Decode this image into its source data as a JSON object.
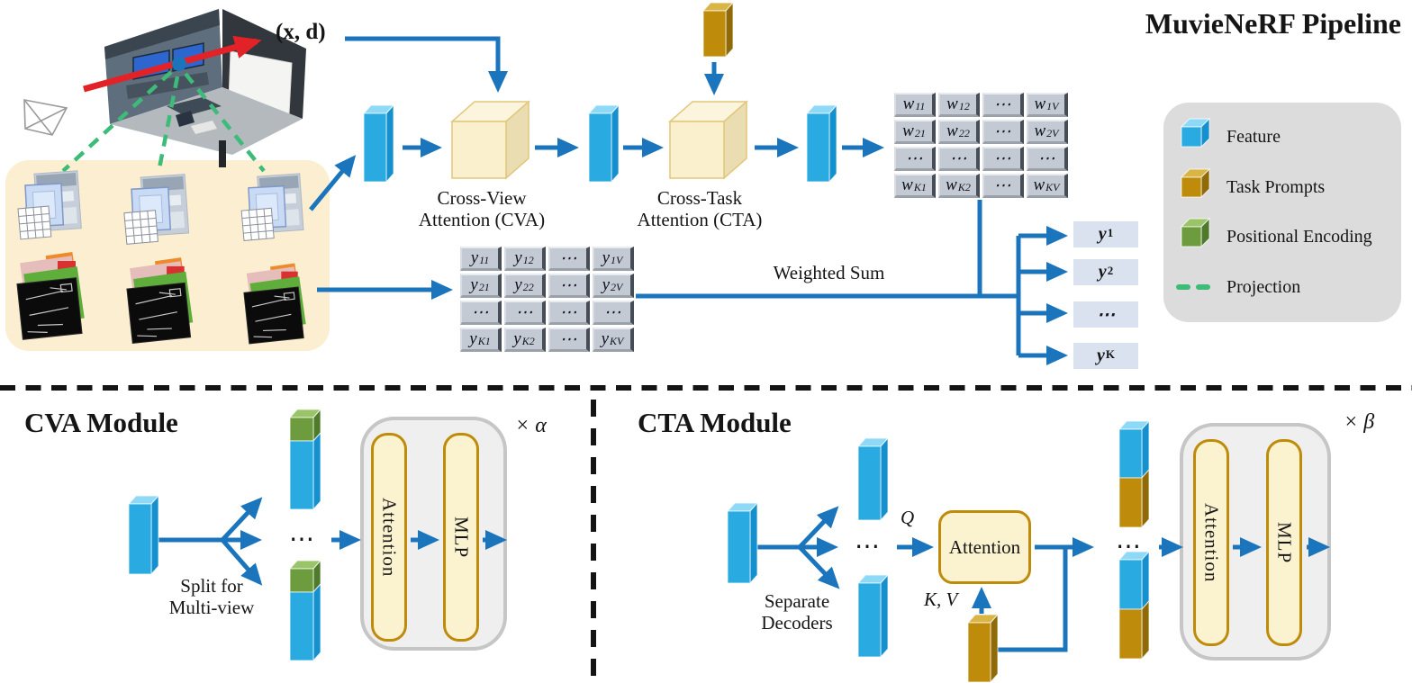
{
  "title": "MuvieNeRF Pipeline",
  "pipeline": {
    "ray_label": "(x, d)",
    "cva_cube_label": [
      "Cross-View",
      "Attention (CVA)"
    ],
    "cta_cube_label": [
      "Cross-Task",
      "Attention (CTA)"
    ],
    "weighted_sum_label": "Weighted Sum",
    "w_matrix_rows": [
      [
        {
          "v": "w",
          "s": "11"
        },
        {
          "v": "w",
          "s": "12"
        },
        {
          "v": "⋯"
        },
        {
          "v": "w",
          "s": "1V"
        }
      ],
      [
        {
          "v": "w",
          "s": "21"
        },
        {
          "v": "w",
          "s": "22"
        },
        {
          "v": "⋯"
        },
        {
          "v": "w",
          "s": "2V"
        }
      ],
      [
        {
          "v": "⋯"
        },
        {
          "v": "⋯"
        },
        {
          "v": "⋯"
        },
        {
          "v": "⋯"
        }
      ],
      [
        {
          "v": "w",
          "s": "K1"
        },
        {
          "v": "w",
          "s": "K2"
        },
        {
          "v": "⋯"
        },
        {
          "v": "w",
          "s": "KV"
        }
      ]
    ],
    "y_matrix_rows": [
      [
        {
          "v": "y",
          "s": "11"
        },
        {
          "v": "y",
          "s": "12"
        },
        {
          "v": "⋯"
        },
        {
          "v": "y",
          "s": "1V"
        }
      ],
      [
        {
          "v": "y",
          "s": "21"
        },
        {
          "v": "y",
          "s": "22"
        },
        {
          "v": "⋯"
        },
        {
          "v": "y",
          "s": "2V"
        }
      ],
      [
        {
          "v": "⋯"
        },
        {
          "v": "⋯"
        },
        {
          "v": "⋯"
        },
        {
          "v": "⋯"
        }
      ],
      [
        {
          "v": "y",
          "s": "K1"
        },
        {
          "v": "y",
          "s": "K2"
        },
        {
          "v": "⋯"
        },
        {
          "v": "y",
          "s": "KV"
        }
      ]
    ],
    "outputs": [
      {
        "v": "y",
        "sup": "1"
      },
      {
        "v": "y",
        "sup": "2"
      },
      {
        "v": "⋯"
      },
      {
        "v": "y",
        "sup": "K"
      }
    ]
  },
  "legend": {
    "items": [
      {
        "icon": "feature-cube-icon",
        "label": "Feature"
      },
      {
        "icon": "task-prompts-cube-icon",
        "label": "Task Prompts"
      },
      {
        "icon": "positional-encoding-cube-icon",
        "label": "Positional Encoding"
      },
      {
        "icon": "projection-dash-icon",
        "label": "Projection"
      }
    ]
  },
  "cva_module": {
    "title": "CVA Module",
    "split_label": [
      "Split for",
      "Multi-view"
    ],
    "dots": "⋯",
    "attention_label": "Attention",
    "mlp_label": "MLP",
    "repeat_label": "× α"
  },
  "cta_module": {
    "title": "CTA Module",
    "decoders_label": [
      "Separate",
      "Decoders"
    ],
    "q_label": "Q",
    "kv_label": "K, V",
    "attention_box_label": "Attention",
    "dots_in": "⋯",
    "dots_out": "⋯",
    "attention_label": "Attention",
    "mlp_label": "MLP",
    "repeat_label": "× β"
  },
  "colors": {
    "arrow_blue": "#1B75BC",
    "feature_blue": "#29ABE2",
    "task_gold": "#BE8C0A",
    "positional_green": "#6C9C3E",
    "attention_cream": "#FBF2CF",
    "attention_border_gold": "#BE8C0A",
    "projection_green": "#3DBB78",
    "ray_red": "#E32228",
    "source_panel_beige": "#FCEED0",
    "legend_panel_gray": "#DCDCDC",
    "matrix_cell_gray": "#C4CAD4",
    "output_box_blue": "#DAE2F0"
  }
}
